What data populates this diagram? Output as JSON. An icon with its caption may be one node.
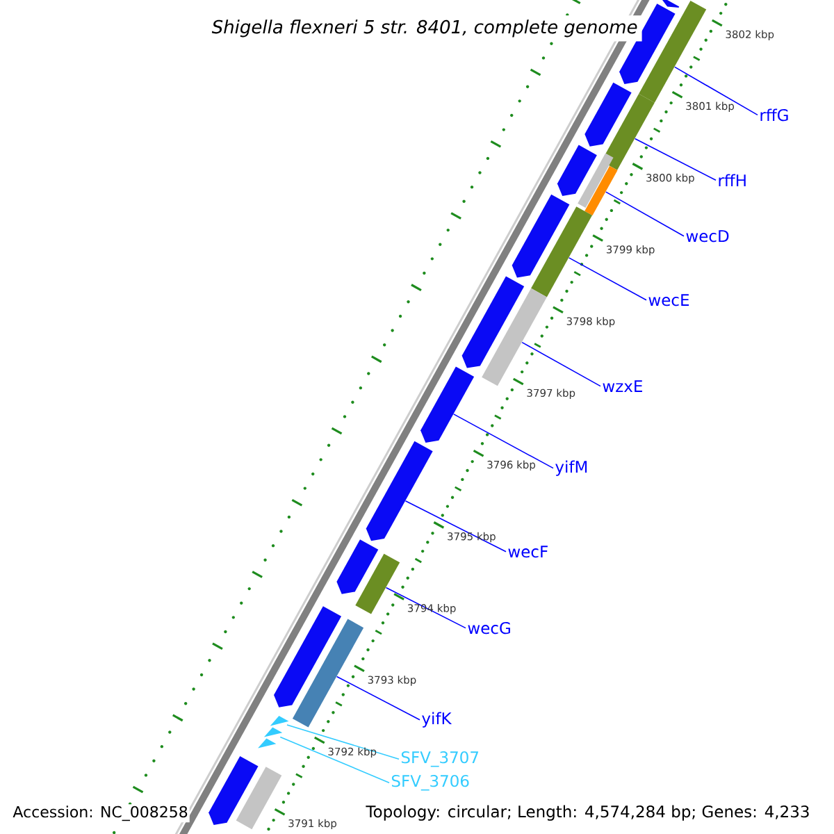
{
  "diagram": {
    "title": "Shigella flexneri 5 str. 8401, complete genome",
    "nodes": [
      {
        "text": [
          "rffG"
        ]
      },
      {
        "text": [
          "rffH"
        ]
      },
      {
        "text": [
          "wecD"
        ]
      },
      {
        "text": [
          "wecE"
        ]
      },
      {
        "text": [
          "wzxE"
        ]
      },
      {
        "text": [
          "yifM"
        ]
      },
      {
        "text": [
          "wecF"
        ]
      },
      {
        "text": [
          "wecG"
        ]
      },
      {
        "text": [
          "yifK"
        ]
      },
      {
        "text": [
          "SFV_3707"
        ]
      },
      {
        "text": [
          "SFV_3706"
        ]
      },
      {
        "text": [],
        "shape": "arrow"
      },
      {
        "text": [],
        "shape": "bar"
      },
      {
        "text": [],
        "shape": "arrow"
      },
      {
        "text": [],
        "shape": "bar"
      },
      {
        "text": [],
        "shape": "arrow"
      },
      {
        "text": [],
        "shape": "bar"
      },
      {
        "text": [],
        "shape": "arrow"
      },
      {
        "text": [],
        "shape": "bar"
      },
      {
        "text": [],
        "shape": "bar"
      },
      {
        "text": [],
        "shape": "arrow"
      },
      {
        "text": [],
        "shape": "bar"
      },
      {
        "text": [],
        "shape": "arrow"
      },
      {
        "text": [],
        "shape": "arrow"
      },
      {
        "text": [],
        "shape": "arrow"
      },
      {
        "text": [],
        "shape": "arrow"
      },
      {
        "text": [],
        "shape": "bar"
      },
      {
        "text": [],
        "shape": "bar"
      },
      {
        "text": [],
        "shape": "arrow"
      },
      {
        "text": [],
        "shape": "triangle"
      },
      {
        "text": [],
        "shape": "triangle"
      },
      {
        "text": [],
        "shape": "bar"
      },
      {
        "text": [],
        "shape": "arrow"
      }
    ],
    "edges": [
      {
        "from": 0,
        "to": 12,
        "arrow": "none"
      },
      {
        "from": 1,
        "to": 14,
        "arrow": "none"
      },
      {
        "from": 2,
        "to": 18,
        "arrow": "none"
      },
      {
        "from": 3,
        "to": 19,
        "arrow": "none"
      },
      {
        "from": 4,
        "to": 21,
        "arrow": "none"
      },
      {
        "from": 5,
        "to": 23,
        "arrow": "none"
      },
      {
        "from": 6,
        "to": 24,
        "arrow": "none"
      },
      {
        "from": 7,
        "to": 26,
        "arrow": "none"
      },
      {
        "from": 8,
        "to": 27,
        "arrow": "none"
      },
      {
        "from": 9,
        "to": 29,
        "arrow": "none",
        "color": "#33ccff"
      },
      {
        "from": 10,
        "to": 30,
        "arrow": "none",
        "color": "#33ccff"
      }
    ],
    "labels": [
      "3802 kbp",
      "3801 kbp",
      "3800 kbp",
      "3799 kbp",
      "3798 kbp",
      "3797 kbp",
      "3796 kbp",
      "3795 kbp",
      "3794 kbp",
      "3793 kbp",
      "3792 kbp",
      "3791 kbp",
      "Accession: NC_008258",
      "Topology: circular; Length: 4,574,284 bp; Genes: 4,233"
    ]
  }
}
